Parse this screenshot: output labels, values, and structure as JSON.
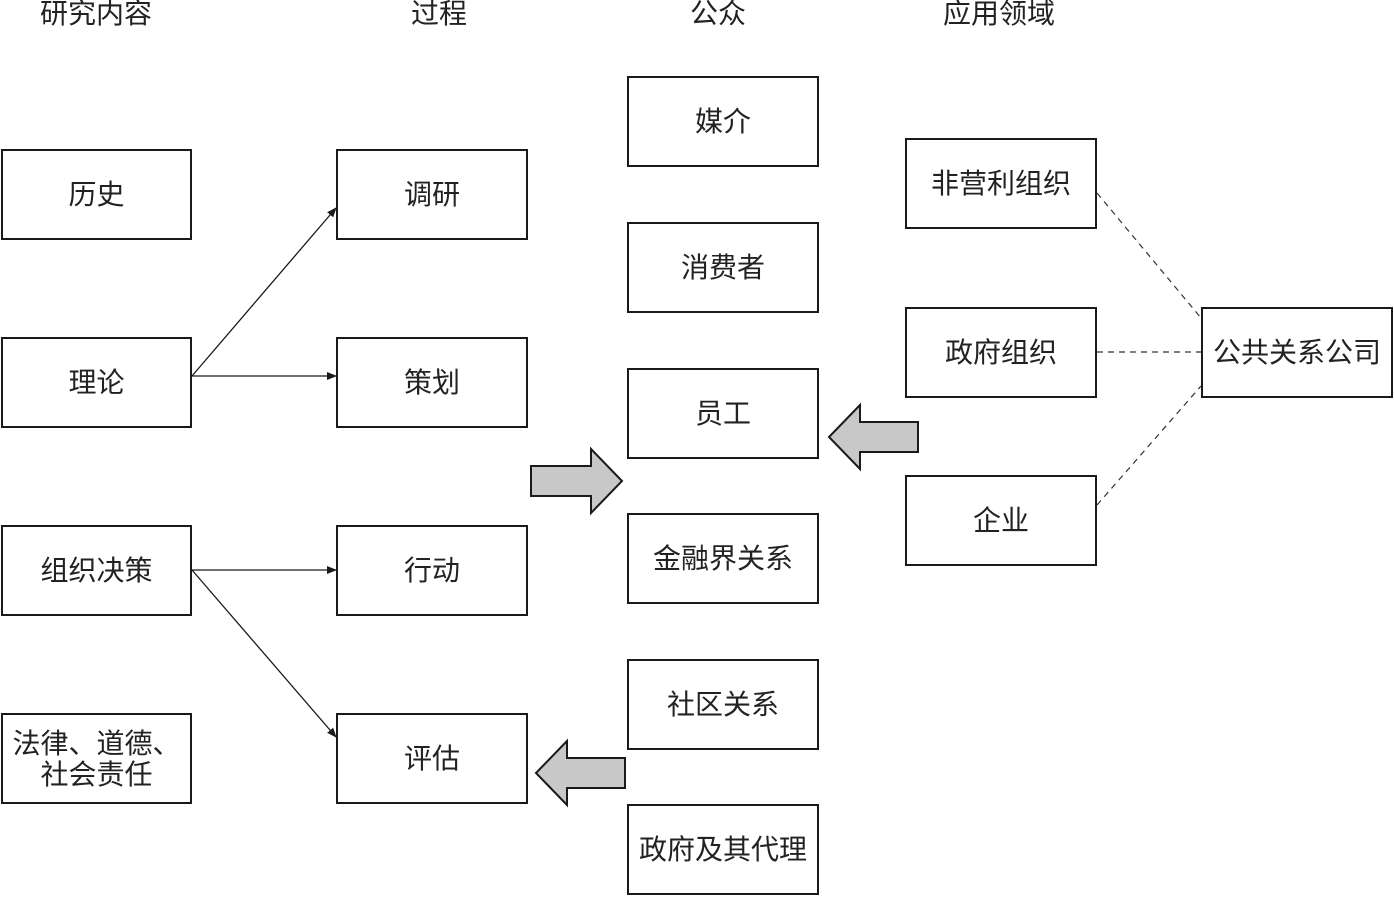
{
  "headers": {
    "research": "研究内容",
    "process": "过程",
    "public": "公众",
    "application": "应用领域"
  },
  "research_items": [
    "历史",
    "理论",
    "组织决策",
    "法律、道德、社会责任"
  ],
  "process_items": [
    "调研",
    "策划",
    "行动",
    "评估"
  ],
  "public_items": [
    "媒介",
    "消费者",
    "员工",
    "金融界关系",
    "社区关系",
    "政府及其代理"
  ],
  "application_items": [
    "非营利组织",
    "政府组织",
    "企业"
  ],
  "agency": "公共关系公司",
  "colors": {
    "border": "#1a1a1a",
    "block_arrow_fill": "#c8c8c8"
  }
}
